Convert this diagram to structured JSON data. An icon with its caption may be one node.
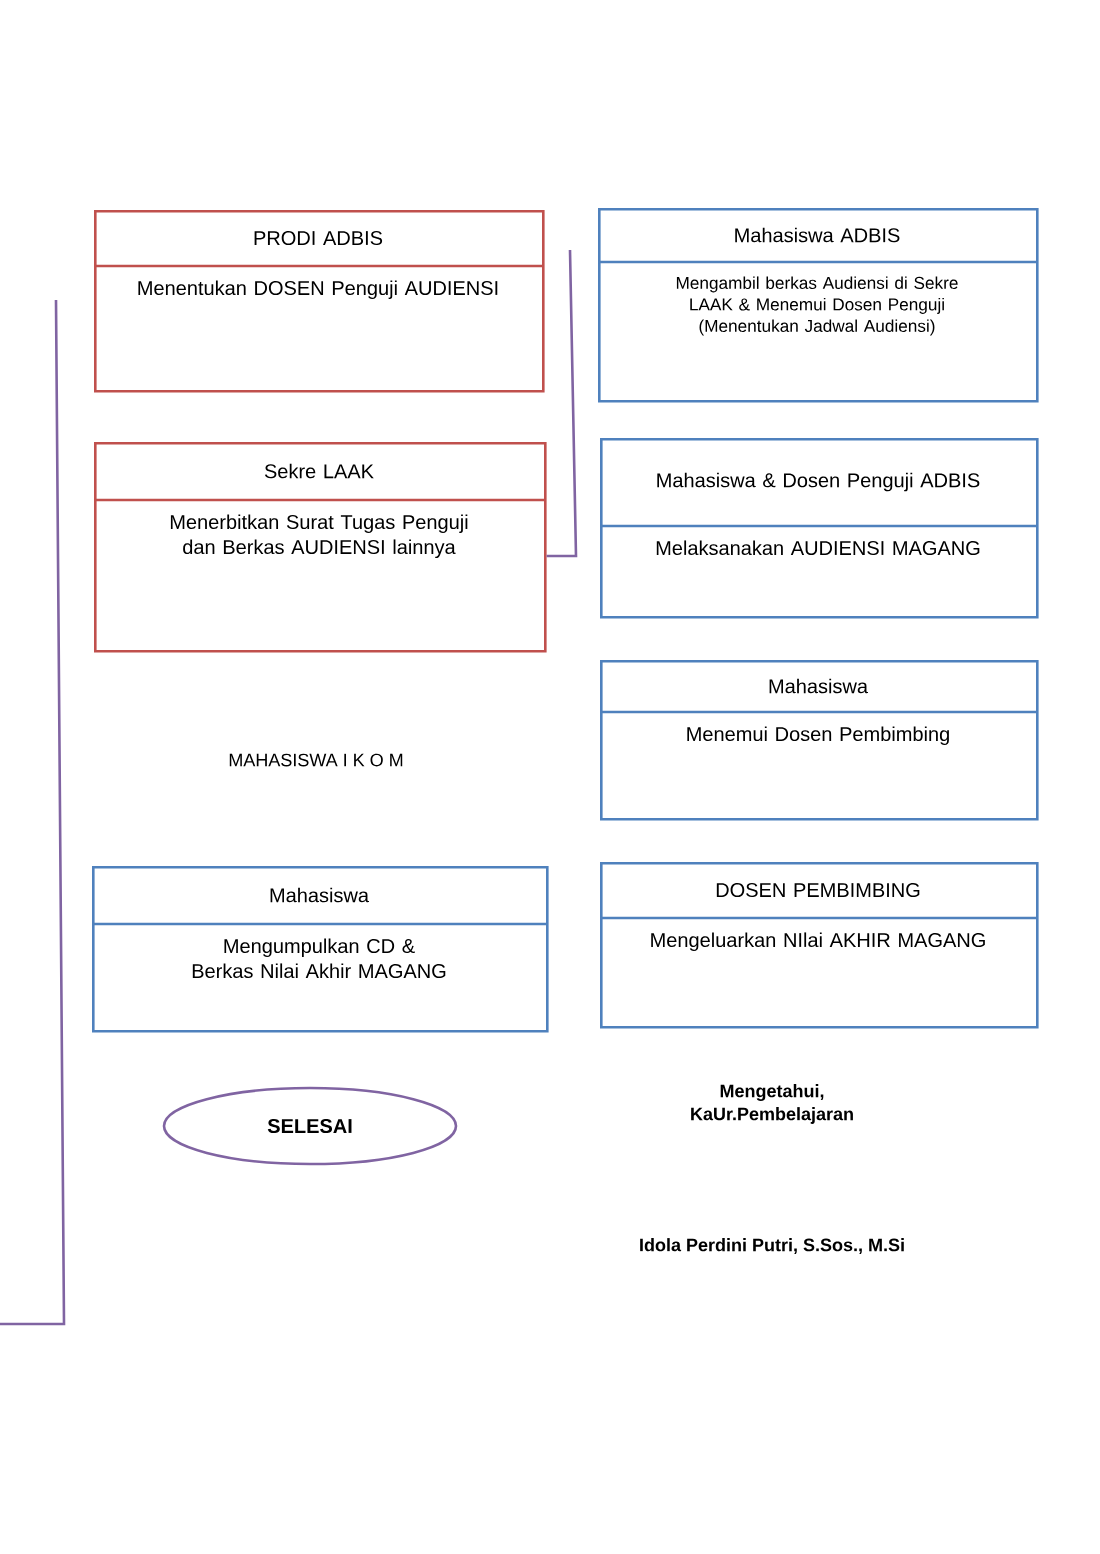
{
  "diagram": {
    "nodes": [
      {
        "text": [
          "PRODI ADBIS",
          "Menentukan DOSEN Penguji AUDIENSI"
        ]
      },
      {
        "text": [
          "Mahasiswa ADBIS",
          "Mengambil berkas Audiensi di Sekre LAAK & Menemui Dosen Penguji (Menentukan Jadwal Audiensi)"
        ]
      },
      {
        "text": [
          "Sekre LAAK",
          "Menerbitkan Surat Tugas Penguji dan Berkas AUDIENSI lainnya"
        ]
      },
      {
        "text": [
          "Mahasiswa & Dosen Penguji ADBIS",
          "Melaksanakan AUDIENSI MAGANG"
        ]
      },
      {
        "text": [
          "Mahasiswa",
          "Menemui Dosen Pembimbing"
        ]
      },
      {
        "text": [
          "Mahasiswa",
          "Mengumpulkan CD & Berkas Nilai Akhir MAGANG"
        ]
      },
      {
        "text": [
          "DOSEN PEMBIMBING",
          "Mengeluarkan NIlai AKHIR MAGANG"
        ]
      },
      {
        "text": [
          "SELESAI"
        ]
      }
    ],
    "edges": [
      {
        "from": null,
        "to": 2,
        "arrow": "none"
      }
    ],
    "labels": [
      "MAHASISWA I K O M",
      "Mengetahui, KaUr.Pembelajaran",
      "Idola Perdini Putri, S.Sos., M.Si"
    ]
  }
}
